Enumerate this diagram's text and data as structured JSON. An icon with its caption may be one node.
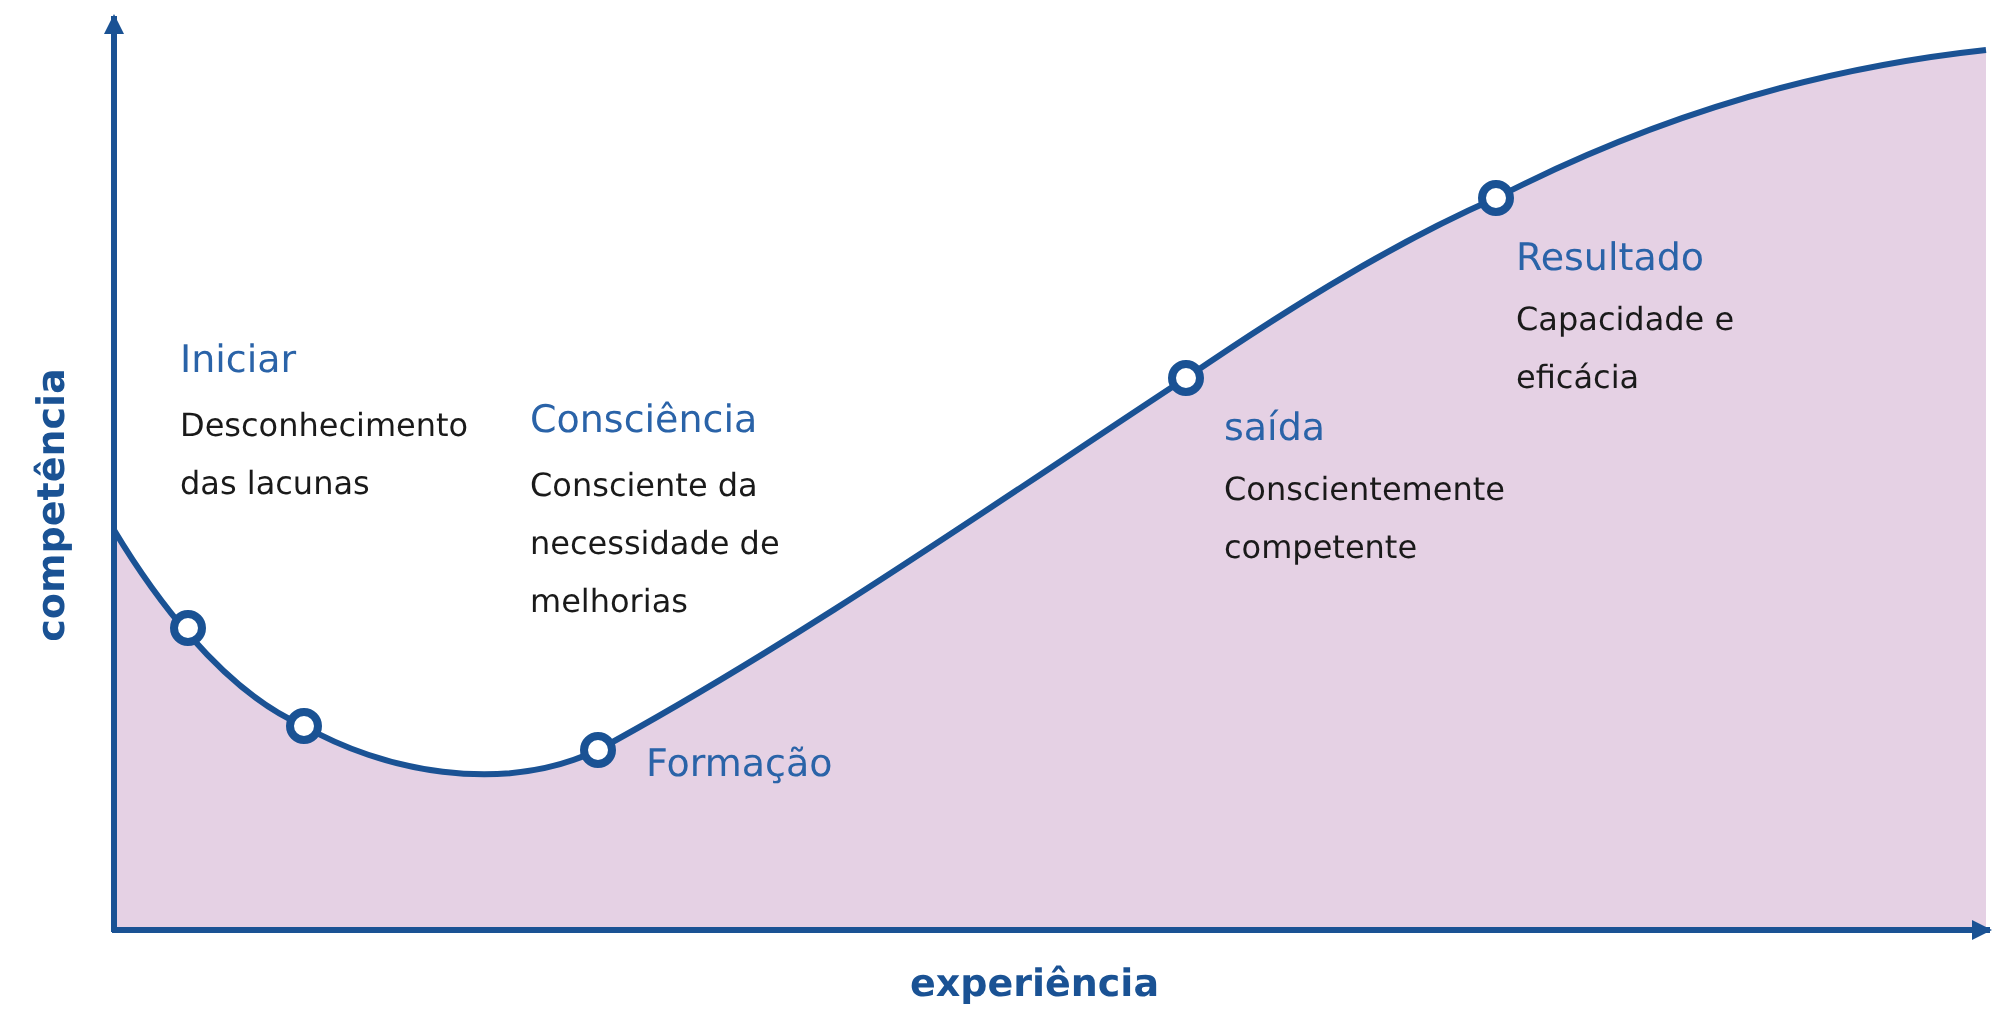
{
  "diagram": {
    "labels": [
      "Iniciar",
      "Desconhecimento das lacunas",
      "Consciência",
      "Consciente da necessidade de melhorias",
      "Formação",
      "saída",
      "Conscientemente competente",
      "Resultado",
      "Capacidade e eficácia",
      "competência",
      "experiência"
    ]
  }
}
